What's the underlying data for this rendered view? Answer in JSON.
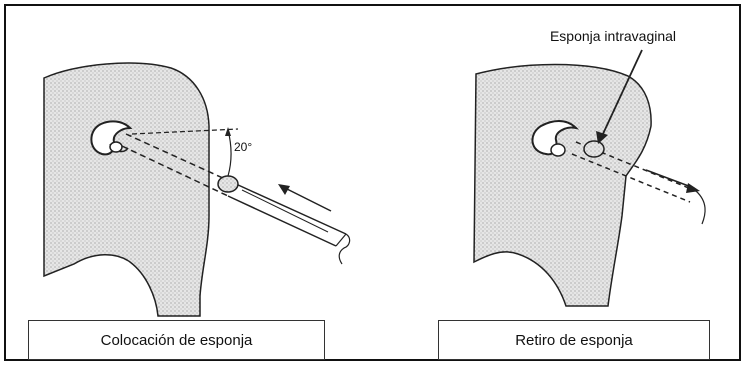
{
  "left_panel": {
    "caption": "Colocación de esponja",
    "angle_label": "20°"
  },
  "right_panel": {
    "caption": "Retiro de esponja",
    "callout_label": "Esponja intravaginal"
  },
  "colors": {
    "body_fill": "#d8d8d8",
    "line": "#111111"
  }
}
